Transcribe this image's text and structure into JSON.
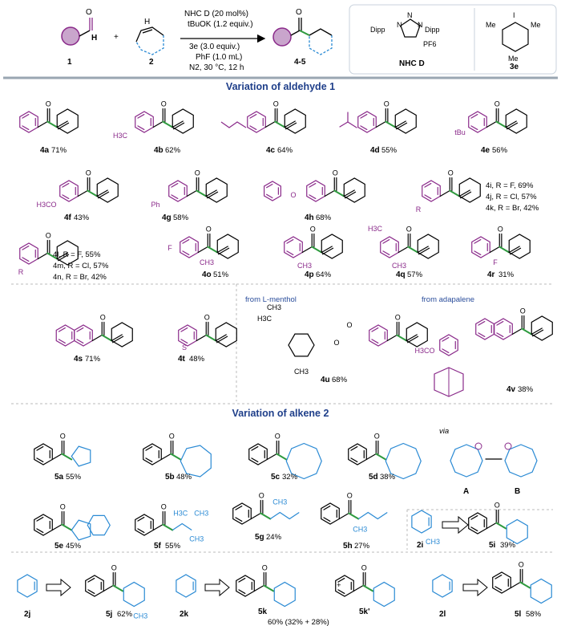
{
  "scheme": {
    "aldehyde_label": "1",
    "aldehyde_h": "H",
    "plus": "+",
    "alkene_label": "2",
    "product_label": "4-5",
    "conditions": [
      "NHC D (20 mol%)",
      "tBuOK (1.2 equiv.)",
      "3e (3.0 equiv.)",
      "PhF (1.0 mL)",
      "N2, 30 °C, 12 h"
    ],
    "nhc_label": "NHC D",
    "nhc_dipp_left": "Dipp",
    "nhc_dipp_right": "Dipp",
    "nhc_n": "N",
    "nhc_counterion": "PF6",
    "reagent_label": "3e",
    "reagent_i": "I",
    "reagent_me": "Me"
  },
  "sections": {
    "aldehyde_title": "Variation of aldehyde 1",
    "alkene_title": "Variation of alkene 2"
  },
  "atoms": {
    "O": "O",
    "S": "S",
    "F": "F",
    "R": "R",
    "Ph": "Ph",
    "H3C": "H3C",
    "CH3": "CH3",
    "tBu": "tBu",
    "H3CO": "H3CO"
  },
  "aldehyde_products": [
    {
      "id": "4a",
      "yield": "71%"
    },
    {
      "id": "4b",
      "yield": "62%"
    },
    {
      "id": "4c",
      "yield": "64%"
    },
    {
      "id": "4d",
      "yield": "55%"
    },
    {
      "id": "4e",
      "yield": "56%"
    },
    {
      "id": "4f",
      "yield": "43%"
    },
    {
      "id": "4g",
      "yield": "58%"
    },
    {
      "id": "4h",
      "yield": "68%"
    },
    {
      "id": "4i-k",
      "lines": [
        "4i, R = F, 69%",
        "4j, R = Cl, 57%",
        "4k, R = Br, 42%"
      ]
    },
    {
      "id": "4l-n",
      "lines": [
        "4l, R = F, 55%",
        "4m, R = Cl, 57%",
        "4n, R = Br, 42%"
      ]
    },
    {
      "id": "4o",
      "yield": "51%"
    },
    {
      "id": "4p",
      "yield": "64%"
    },
    {
      "id": "4q",
      "yield": "57%"
    },
    {
      "id": "4r",
      "yield": "31%"
    },
    {
      "id": "4s",
      "yield": "71%"
    },
    {
      "id": "4t",
      "yield": "48%"
    },
    {
      "id": "4u",
      "yield": "68%",
      "note": "from L-menthol"
    },
    {
      "id": "4v",
      "yield": "38%",
      "note": "from adapalene"
    }
  ],
  "alkene_products": [
    {
      "id": "5a",
      "yield": "55%"
    },
    {
      "id": "5b",
      "yield": "48%"
    },
    {
      "id": "5c",
      "yield": "32%"
    },
    {
      "id": "5d",
      "yield": "38%"
    },
    {
      "id": "5e",
      "yield": "45%"
    },
    {
      "id": "5f",
      "yield": "55%"
    },
    {
      "id": "5g",
      "yield": "24%"
    },
    {
      "id": "5h",
      "yield": "27%"
    },
    {
      "id": "5i",
      "yield": "39%",
      "substrate": "2i"
    },
    {
      "id": "5j",
      "yield": "62%",
      "substrate": "2j"
    },
    {
      "id": "5k",
      "substrate": "2k"
    },
    {
      "id": "5k'"
    },
    {
      "id": "5k-total",
      "text": "60% (32% + 28%)"
    },
    {
      "id": "5l",
      "yield": "58%",
      "substrate": "2l"
    }
  ],
  "via": {
    "word": "via",
    "left": "A",
    "right": "B"
  },
  "colors": {
    "purple": "#8a2a8a",
    "blue": "#2a8ad4",
    "green": "#2e9a3e",
    "header": "#1f3f8a",
    "highlight": "#c9a5cc"
  }
}
